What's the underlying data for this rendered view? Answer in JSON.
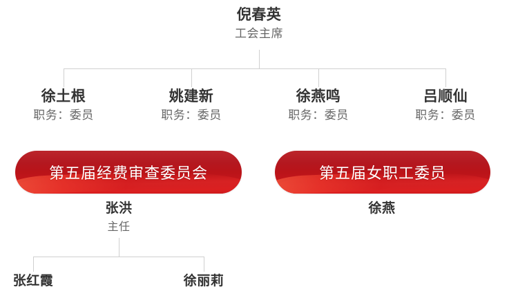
{
  "theme": {
    "name_color": "#333333",
    "role_color": "#666666",
    "line_color": "#cfcfcf",
    "banner_red_dark": "#b2121a",
    "banner_red_bright": "#e8282a",
    "banner_text_color": "#ffffff",
    "background": "#ffffff"
  },
  "org": {
    "root": {
      "name": "倪春英",
      "role": "工会主席"
    },
    "members": [
      {
        "name": "徐土根",
        "role": "职务：委员"
      },
      {
        "name": "姚建新",
        "role": "职务：委员"
      },
      {
        "name": "徐燕鸣",
        "role": "职务：委员"
      },
      {
        "name": "吕顺仙",
        "role": "职务：委员"
      }
    ],
    "committees": [
      {
        "banner": "第五届经费审查委员会",
        "lead": {
          "name": "张洪",
          "role": "主任"
        },
        "members": [
          {
            "name": "张红霞",
            "role": ""
          },
          {
            "name": "徐丽莉",
            "role": ""
          }
        ]
      },
      {
        "banner": "第五届女职工委员",
        "lead": {
          "name": "徐燕",
          "role": ""
        },
        "members": []
      }
    ]
  }
}
